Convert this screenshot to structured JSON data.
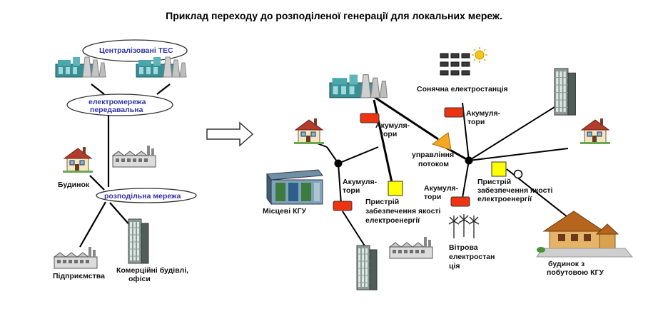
{
  "title": "Приклад переходу до розподіленої генерації для локальних мереж.",
  "left": {
    "tes": "Централізовані ТЕС",
    "grid_transmission_1": "електромережа",
    "grid_transmission_2": "передавальна",
    "house": "Будинок",
    "distribution": "розподільна мережа",
    "enterprise": "Підприємства",
    "commercial_1": "Комерційні будівлі,",
    "commercial_2": "офіси"
  },
  "right": {
    "solar": "Сонячна електростанція",
    "acc1_1": "Акумуля-",
    "acc1_2": "тори",
    "acc2_1": "Акумуля-",
    "acc2_2": "тори",
    "acc3_1": "Акумуля-",
    "acc3_2": "тори",
    "acc4_1": "Акумуля-",
    "acc4_2": "тори",
    "flow_1": "управління",
    "flow_2": "потоком",
    "quality1_1": "Пристрій",
    "quality1_2": "забезпечення якості",
    "quality1_3": "електроенергії",
    "quality2_1": "Пристрій",
    "quality2_2": "забезпечення якості",
    "quality2_3": "електроенергії",
    "local_kgu": "Місцеві КГУ",
    "wind_1": "Вітрова",
    "wind_2": "електростан",
    "wind_3": "ція",
    "house_kgu_1": "будинок з",
    "house_kgu_2": "побутовою КГУ"
  },
  "colors": {
    "accumulator": "#ee3311",
    "quality": "#ffff00",
    "flow": "#f5a623",
    "label_blue": "#3333aa"
  }
}
